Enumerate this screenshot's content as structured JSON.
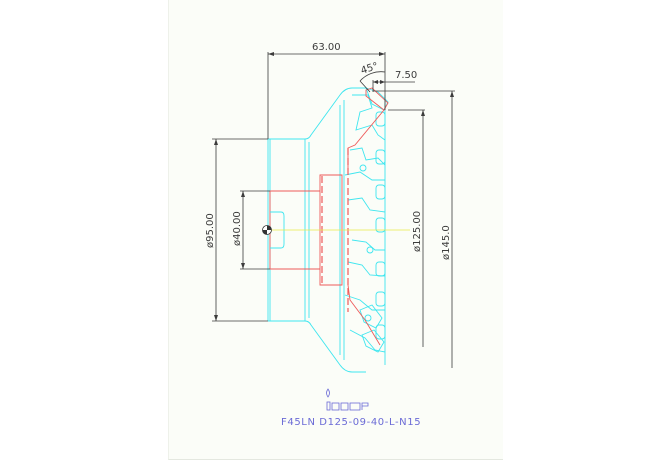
{
  "drawing": {
    "type": "face-mill cross-section technical drawing",
    "dimensions": {
      "length_overall": "63.00",
      "chamfer_angle": "45°",
      "insert_height": "7.50",
      "bore_diameter": "ø40.00",
      "body_diameter": "ø95.00",
      "cutting_diameter": "ø125.00",
      "max_diameter": "ø145.0"
    },
    "logo": "iscar",
    "part_number": "F45LN D125-09-40-L-N15"
  },
  "colors": {
    "sheet_bg": "#fbfdf8",
    "dimension_lines": "#3c3c3c",
    "geometry_cyan": "#3fe6ef",
    "hidden_red": "#ee5a5a",
    "centerline_yellow": "#e8e84a",
    "title_blue": "#6b6bd6"
  }
}
